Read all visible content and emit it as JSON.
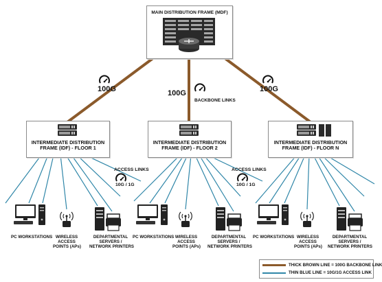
{
  "mdf": {
    "title": "MAIN DISTRIBUTION FRAME (MDF)"
  },
  "backbone": {
    "left_speed": "100G",
    "center_speed": "100G",
    "right_speed": "100G",
    "label": "BACKBONE LINKS"
  },
  "idfs": [
    {
      "line1": "INTERMEDIATE DISTRIBUTION",
      "line2": "FRAME (IDF) - FLOOR 1"
    },
    {
      "line1": "INTERMEDIATE DISTRIBUTION",
      "line2": "FRAME (IDF) - FLOOR 2"
    },
    {
      "line1": "INTERMEDIATE DISTRIBUTION",
      "line2": "FRAME (IDF) - FLOOR N"
    }
  ],
  "access": {
    "left": {
      "label": "ACCESS LINKS",
      "speed": "10G / 1G"
    },
    "right": {
      "label": "ACCESS LINKS",
      "speed": "10G / 1G"
    }
  },
  "device_labels": {
    "pc": "PC WORKSTATIONS",
    "wap": [
      "WIRELESS",
      "ACCESS",
      "POINTS (APs)"
    ],
    "dept": [
      "DEPARTMENTAL",
      "SERVERS /",
      "NETWORK PRINTERS"
    ]
  },
  "legend": {
    "brown": "THICK BROWN LINE = 100G BACKBONE LINK",
    "blue": "THIN BLUE LINE = 10G/1G ACCESS LINK"
  },
  "colors": {
    "backbone": "#8b5a2b",
    "access": "#2f86a8",
    "ink": "#111111"
  },
  "icons": [
    "server-rack-icon",
    "router-icon",
    "speedometer-icon",
    "switch-icon",
    "desktop-pc-icon",
    "wireless-ap-icon",
    "server-tower-icon",
    "printer-icon"
  ]
}
